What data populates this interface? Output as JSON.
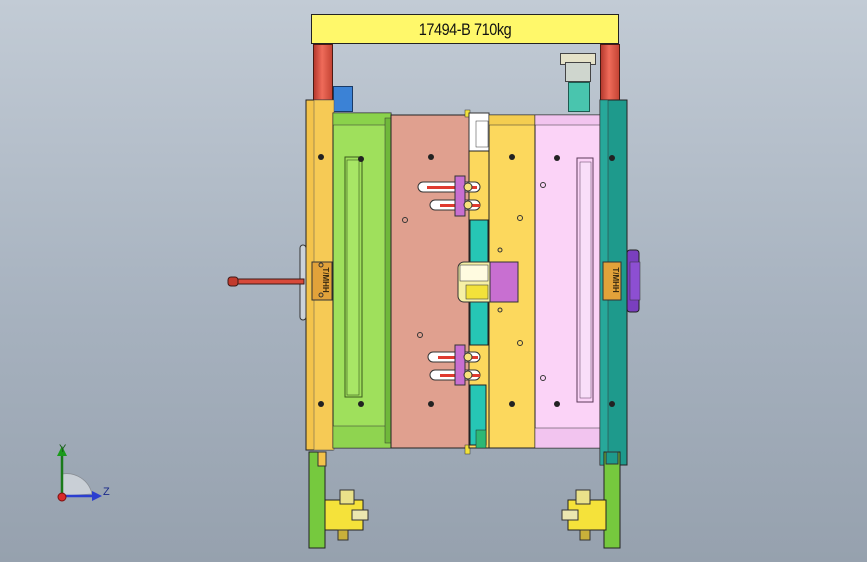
{
  "lift_label": "17494-B  710kg",
  "plate_labels": {
    "left": "T/MHH",
    "right": "T/MHH"
  },
  "triad": {
    "y_label": "Y",
    "z_label": "Z"
  },
  "colors": {
    "background": "#a7b2bf",
    "top_clamp": "#f3c34b",
    "bottom_clamp": "#f3c34b",
    "ejector_green": "#9fe05c",
    "a_plate": "#e0a08f",
    "b_plate": "#fcd85d",
    "support_pink": "#fbd3f7",
    "clamp_teal": "#1e9a8c",
    "lift_bar": "#fff86a",
    "lift_posts": "#e85a4a",
    "cylinder": "#f5e23a"
  },
  "icons": [
    "coordinate-triad-icon",
    "sprue-bushing-icon",
    "locating-ring-icon"
  ]
}
